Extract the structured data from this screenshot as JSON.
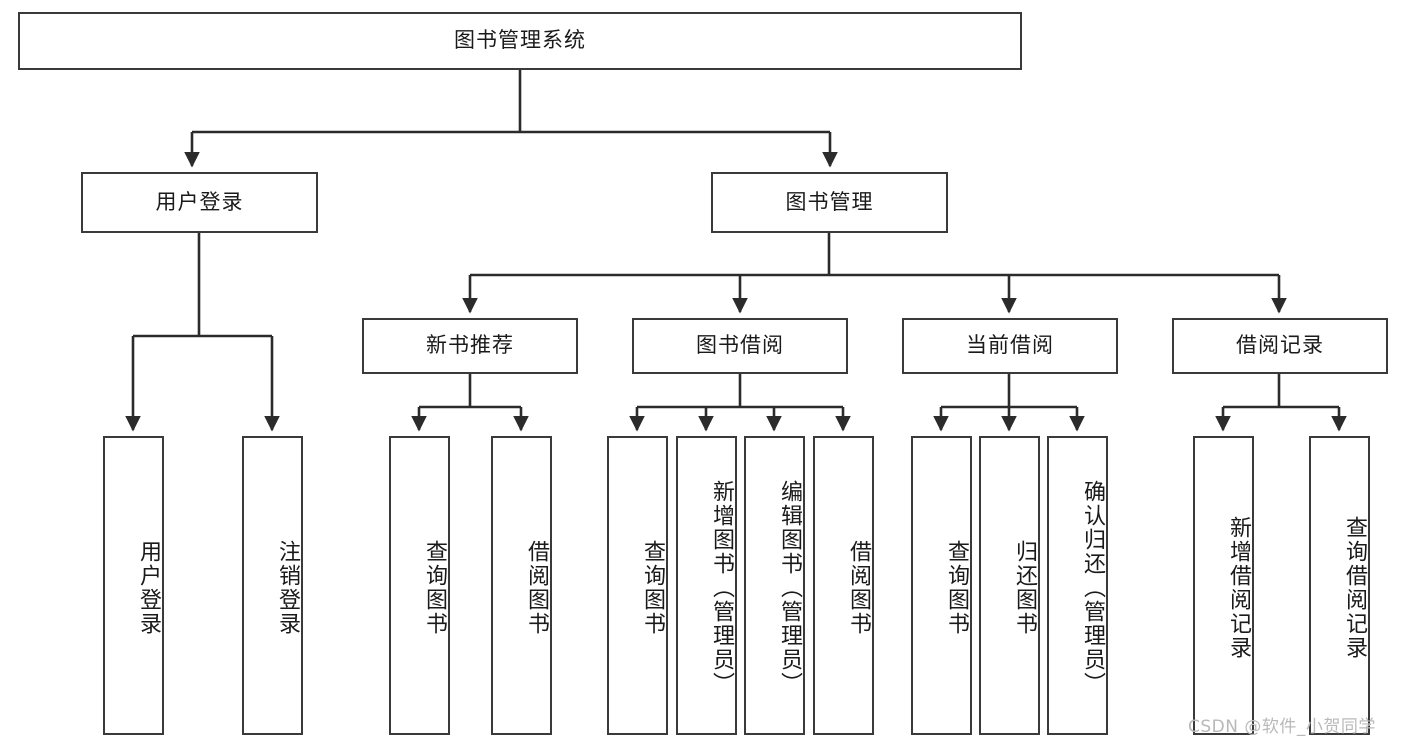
{
  "diagram": {
    "type": "tree-hierarchy-chart",
    "title": "图书管理系统",
    "root": {
      "id": "root",
      "label": "图书管理系统"
    },
    "level2": [
      {
        "id": "user-login",
        "label": "用户登录"
      },
      {
        "id": "book-manage",
        "label": "图书管理"
      }
    ],
    "level3": [
      {
        "id": "new-book-rec",
        "label": "新书推荐",
        "parent": "book-manage"
      },
      {
        "id": "book-borrow",
        "label": "图书借阅",
        "parent": "book-manage"
      },
      {
        "id": "current-borrow",
        "label": "当前借阅",
        "parent": "book-manage"
      },
      {
        "id": "borrow-record",
        "label": "借阅记录",
        "parent": "book-manage"
      }
    ],
    "leaves": [
      {
        "id": "leaf-user-login",
        "label": "用户登录",
        "parent": "user-login"
      },
      {
        "id": "leaf-user-logout",
        "label": "注销登录",
        "parent": "user-login"
      },
      {
        "id": "leaf-query-book-1",
        "label": "查询图书",
        "parent": "new-book-rec"
      },
      {
        "id": "leaf-borrow-book-1",
        "label": "借阅图书",
        "parent": "new-book-rec"
      },
      {
        "id": "leaf-query-book-2",
        "label": "查询图书",
        "parent": "book-borrow"
      },
      {
        "id": "leaf-add-book",
        "label": "新增图书（管理员）",
        "parent": "book-borrow"
      },
      {
        "id": "leaf-edit-book",
        "label": "编辑图书（管理员）",
        "parent": "book-borrow"
      },
      {
        "id": "leaf-borrow-book-2",
        "label": "借阅图书",
        "parent": "book-borrow"
      },
      {
        "id": "leaf-query-book-3",
        "label": "查询图书",
        "parent": "current-borrow"
      },
      {
        "id": "leaf-return-book",
        "label": "归还图书",
        "parent": "current-borrow"
      },
      {
        "id": "leaf-confirm-return",
        "label": "确认归还（管理员）",
        "parent": "current-borrow"
      },
      {
        "id": "leaf-add-record",
        "label": "新增借阅记录",
        "parent": "borrow-record"
      },
      {
        "id": "leaf-query-record",
        "label": "查询借阅记录",
        "parent": "borrow-record"
      }
    ],
    "watermark": "CSDN @软件_小贺同学",
    "colors": {
      "box_border": "#3a3a3a",
      "box_fill": "#ffffff",
      "connector": "#2b2b2b",
      "text": "#1a1a1a",
      "watermark": "#b9b9b9",
      "background": "#ffffff"
    }
  }
}
